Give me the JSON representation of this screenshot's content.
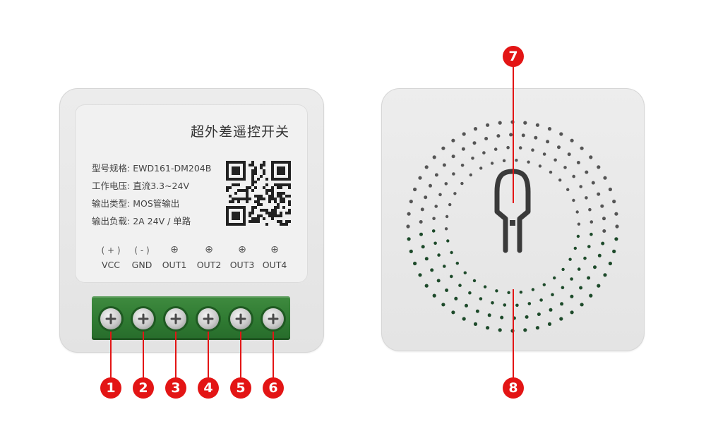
{
  "product": {
    "title": "超外差遥控开关",
    "specs": [
      {
        "key": "型号规格:",
        "value": "EWD161-DM204B"
      },
      {
        "key": "工作电压:",
        "value": "直流3.3~24V"
      },
      {
        "key": "输出类型:",
        "value": "MOS管输出"
      },
      {
        "key": "输出负载:",
        "value": "2A 24V / 单路"
      }
    ]
  },
  "terminals": [
    {
      "sign": "( + )",
      "name": "VCC"
    },
    {
      "sign": "( - )",
      "name": "GND"
    },
    {
      "sign": "⊕",
      "name": "OUT1"
    },
    {
      "sign": "⊕",
      "name": "OUT2"
    },
    {
      "sign": "⊕",
      "name": "OUT3"
    },
    {
      "sign": "⊕",
      "name": "OUT4"
    }
  ],
  "callouts": [
    "1",
    "2",
    "3",
    "4",
    "5",
    "6",
    "7",
    "8"
  ],
  "colors": {
    "callout": "#e31515",
    "terminal_block": "#2f7a32",
    "housing": "#e8e8e8",
    "vent_dark": "#1d4a2a",
    "vent_light": "#555555"
  },
  "icons": [
    "qr-code-icon",
    "screw-icon",
    "antenna-icon"
  ]
}
